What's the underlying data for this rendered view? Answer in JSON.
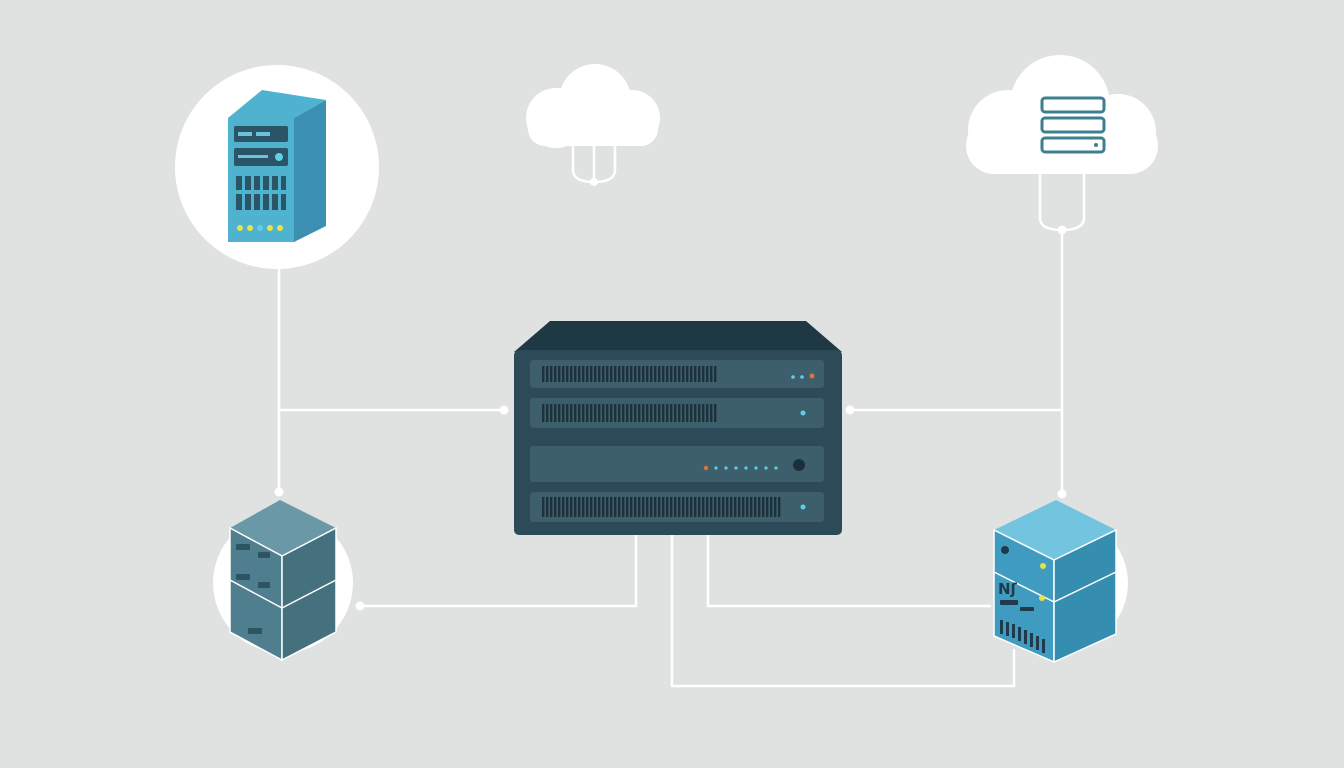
{
  "diagram": {
    "colors": {
      "background": "#dfe2e1",
      "connector": "#ffffff",
      "rack_body": "#2c4a57",
      "rack_top": "#1f3944",
      "rack_unit": "#3d5f6b",
      "server_light": "#4fb3cf",
      "server_dark": "#3b8fb0",
      "cube_grey_top": "#6a98a6",
      "cube_grey_front": "#4f7e8e",
      "cube_blue_top": "#73c4df",
      "cube_blue_front": "#3f9cc0",
      "led_yellow": "#e6e24a",
      "led_blue": "#5fd0ea",
      "led_orange": "#e0733b",
      "cloud": "#ffffff",
      "cloud_icon": "#3b7f90"
    },
    "nodes": [
      {
        "id": "tower-server",
        "icon": "tower-server-icon"
      },
      {
        "id": "cloud-left",
        "icon": "cloud-icon"
      },
      {
        "id": "cloud-right",
        "icon": "cloud-database-icon"
      },
      {
        "id": "rack-switch",
        "icon": "rack-switch-icon"
      },
      {
        "id": "storage-cube-left",
        "icon": "storage-cube-icon"
      },
      {
        "id": "nas-cube-right",
        "icon": "nas-cube-icon"
      }
    ],
    "nas_label": "Nʃ"
  }
}
